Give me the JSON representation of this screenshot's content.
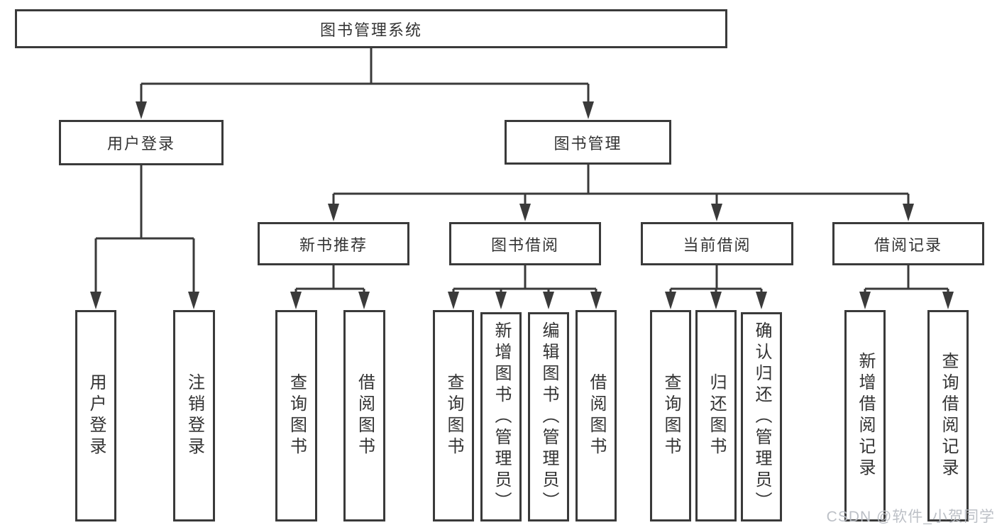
{
  "diagram_type": "hierarchy-tree",
  "colors": {
    "line": "#3a3a3a",
    "border": "#3a3a3a",
    "text": "#333333",
    "background": "#ffffff",
    "watermark": "#b9bdc4"
  },
  "tree": {
    "label": "图书管理系统",
    "children": [
      {
        "label": "用户登录",
        "children": [
          {
            "label": "用户登录"
          },
          {
            "label": "注销登录"
          }
        ]
      },
      {
        "label": "图书管理",
        "children": [
          {
            "label": "新书推荐",
            "children": [
              {
                "label": "查询图书"
              },
              {
                "label": "借阅图书"
              }
            ]
          },
          {
            "label": "图书借阅",
            "children": [
              {
                "label": "查询图书"
              },
              {
                "label": "新增图书（管理员）"
              },
              {
                "label": "编辑图书（管理员）"
              },
              {
                "label": "借阅图书"
              }
            ]
          },
          {
            "label": "当前借阅",
            "children": [
              {
                "label": "查询图书"
              },
              {
                "label": "归还图书"
              },
              {
                "label": "确认归还（管理员）"
              }
            ]
          },
          {
            "label": "借阅记录",
            "children": [
              {
                "label": "新增借阅记录"
              },
              {
                "label": "查询借阅记录"
              }
            ]
          }
        ]
      }
    ]
  },
  "watermark": "CSDN @软件_小贺同学"
}
